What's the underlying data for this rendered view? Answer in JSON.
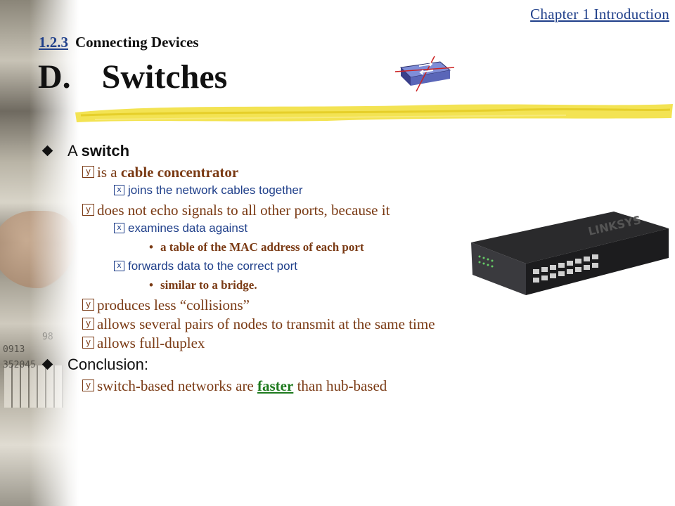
{
  "header": {
    "chapter": "Chapter 1  Introduction",
    "section_number": "1.2.3",
    "section_title": "Connecting Devices",
    "title_letter": "D.",
    "title_text": "Switches"
  },
  "colors": {
    "title": "#111111",
    "level2": "#7a3a14",
    "level3": "#1f3f8a",
    "highlight": "#1e7a1e",
    "brush": "#f2e040"
  },
  "icons": [
    "switch-icon",
    "diamond-bullet",
    "y-checkbox-bullet",
    "x-checkbox-bullet",
    "dot-bullet"
  ],
  "bullets": {
    "a_switch": {
      "prefix": "A ",
      "keyword": "switch"
    },
    "cable": {
      "prefix": "is a ",
      "keyword": "cable concentrator"
    },
    "joins": "joins the network cables together",
    "echo": "does not echo signals to all other ports, because it",
    "examines": "examines data against",
    "mac_table": "a table of the MAC address of each port",
    "forwards": "forwards data to the correct port",
    "bridge": "similar to a bridge.",
    "collisions": "produces less “collisions”",
    "pairs": "allows several pairs of nodes to transmit at the same time",
    "duplex": "allows full-duplex",
    "conclusion": "Conclusion:",
    "faster_pre": "switch-based networks are ",
    "faster_kw": "faster",
    "faster_post": " than hub-based"
  },
  "background_text": [
    "0913",
    "352045",
    "98"
  ],
  "device": {
    "brand": "LINKSYS"
  }
}
